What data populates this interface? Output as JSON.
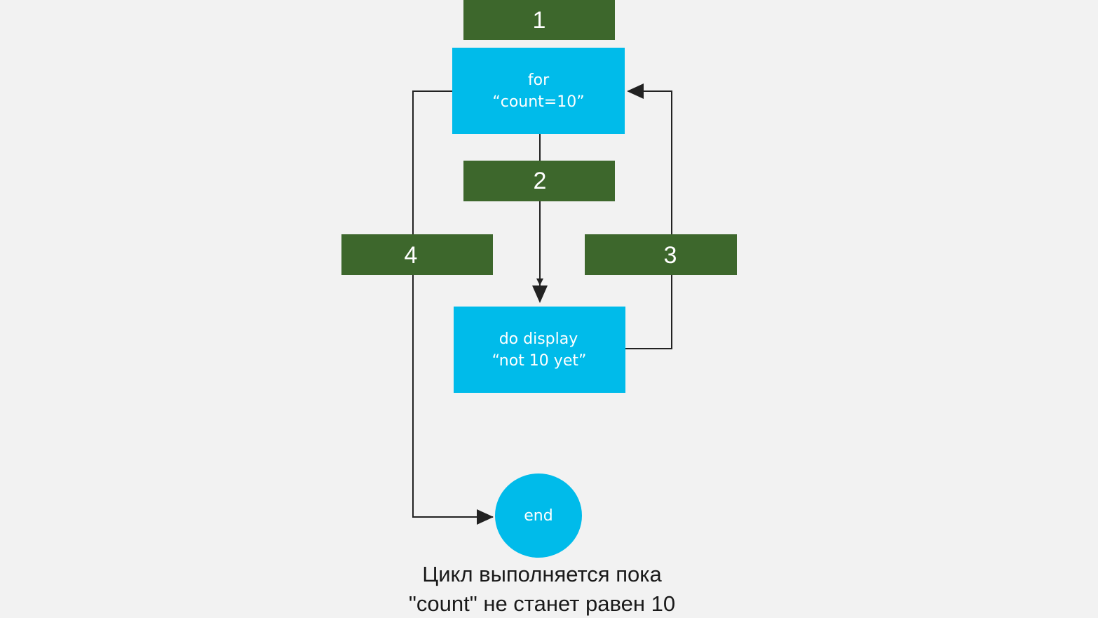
{
  "colors": {
    "background": "#f2f2f2",
    "step_box": "#3d672c",
    "process_box": "#00bbea",
    "connector": "#222222",
    "caption": "#1a1a1a"
  },
  "steps": {
    "s1": "1",
    "s2": "2",
    "s3": "3",
    "s4": "4"
  },
  "nodes": {
    "for_box": {
      "line1": "for",
      "line2": "“count=10”"
    },
    "do_box": {
      "line1": "do display",
      "line2": "“not 10 yet”"
    },
    "end": "end"
  },
  "caption": {
    "line1": "Цикл выполняется пока",
    "line2": "\"count\" не станет равен 10"
  }
}
